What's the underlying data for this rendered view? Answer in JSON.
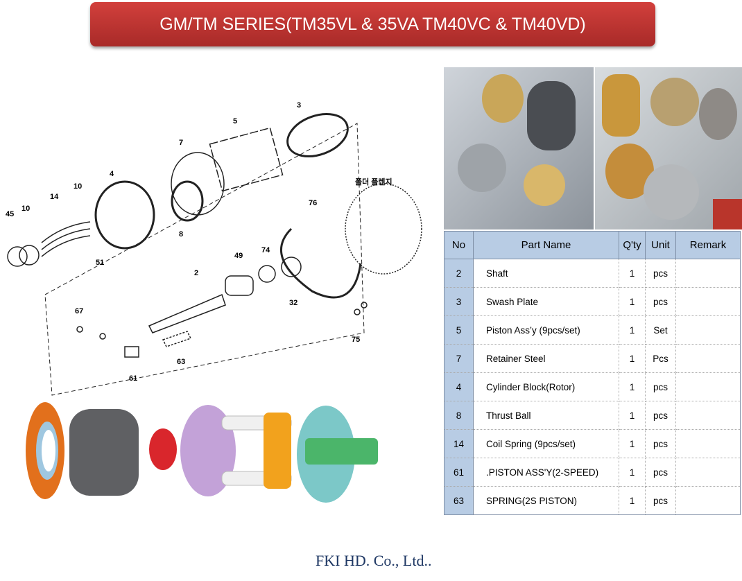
{
  "title": "GM/TM SERIES(TM35VL & 35VA TM40VC  & TM40VD)",
  "diagram_labels": [
    "3",
    "5",
    "7",
    "4",
    "10",
    "14",
    "45",
    "10",
    "51",
    "8",
    "76",
    "폴더 플렌지",
    "49",
    "74",
    "2",
    "32",
    "67",
    "75",
    "63",
    "61"
  ],
  "table": {
    "headers": [
      "No",
      "Part Name",
      "Q'ty",
      "Unit",
      "Remark"
    ],
    "rows": [
      {
        "no": "2",
        "name": "Shaft",
        "qty": "1",
        "unit": "pcs",
        "remark": ""
      },
      {
        "no": "3",
        "name": "Swash Plate",
        "qty": "1",
        "unit": "pcs",
        "remark": ""
      },
      {
        "no": "5",
        "name": "Piston Ass’y (9pcs/set)",
        "qty": "1",
        "unit": "Set",
        "remark": ""
      },
      {
        "no": "7",
        "name": "Retainer Steel",
        "qty": "1",
        "unit": "Pcs",
        "remark": ""
      },
      {
        "no": "4",
        "name": "Cylinder Block(Rotor)",
        "qty": "1",
        "unit": "pcs",
        "remark": ""
      },
      {
        "no": "8",
        "name": "Thrust Ball",
        "qty": "1",
        "unit": "pcs",
        "remark": ""
      },
      {
        "no": "14",
        "name": "Coil Spring (9pcs/set)",
        "qty": "1",
        "unit": "pcs",
        "remark": ""
      },
      {
        "no": "61",
        "name": ".PISTON ASS'Y(2-SPEED)",
        "qty": "1",
        "unit": "pcs",
        "remark": ""
      },
      {
        "no": "63",
        "name": "SPRING(2S PISTON)",
        "qty": "1",
        "unit": "pcs",
        "remark": ""
      }
    ]
  },
  "footer": "FKI HD. Co., Ltd.."
}
